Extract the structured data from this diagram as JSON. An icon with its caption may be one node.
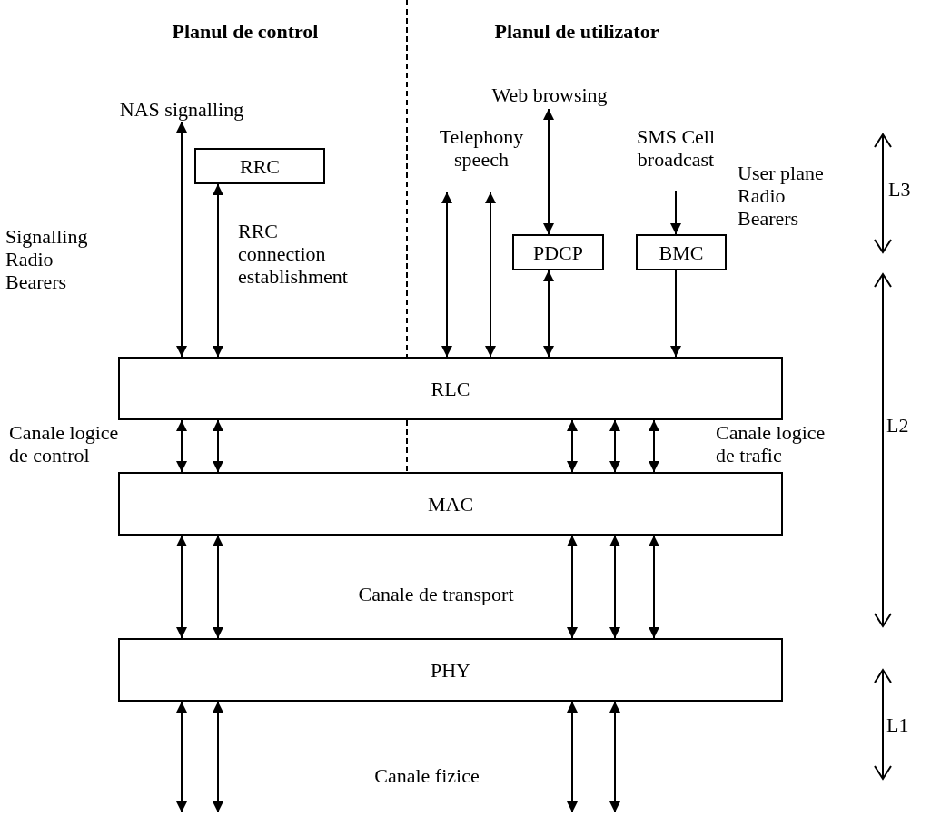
{
  "diagram": {
    "nodes": [
      {
        "text": [
          "RRC"
        ]
      },
      {
        "text": [
          "PDCP"
        ]
      },
      {
        "text": [
          "BMC"
        ]
      },
      {
        "text": [
          "RLC"
        ]
      },
      {
        "text": [
          "MAC"
        ]
      },
      {
        "text": [
          "PHY"
        ]
      },
      {
        "text": [
          "NAS signalling"
        ]
      },
      {
        "text": [
          "Telephony speech"
        ]
      },
      {
        "text": [
          "Web browsing"
        ]
      },
      {
        "text": [
          "SMS Cell broadcast"
        ]
      }
    ],
    "edges": [
      {
        "from": 3,
        "to": 6,
        "arrow": "both"
      },
      {
        "from": 0,
        "to": 3,
        "arrow": "both"
      },
      {
        "from": 3,
        "to": 7,
        "arrow": "both"
      },
      {
        "from": 3,
        "to": 7,
        "arrow": "both"
      },
      {
        "from": 8,
        "to": 1,
        "arrow": "both"
      },
      {
        "from": 1,
        "to": 3,
        "arrow": "both"
      },
      {
        "from": 9,
        "to": 2,
        "arrow": "to"
      },
      {
        "from": 2,
        "to": 3,
        "arrow": "to"
      },
      {
        "from": 3,
        "to": 4,
        "arrow": "both"
      },
      {
        "from": 3,
        "to": 4,
        "arrow": "both"
      },
      {
        "from": 3,
        "to": 4,
        "arrow": "both"
      },
      {
        "from": 3,
        "to": 4,
        "arrow": "both"
      },
      {
        "from": 3,
        "to": 4,
        "arrow": "both"
      },
      {
        "from": 4,
        "to": 5,
        "arrow": "both"
      },
      {
        "from": 4,
        "to": 5,
        "arrow": "both"
      },
      {
        "from": 4,
        "to": 5,
        "arrow": "both"
      },
      {
        "from": 4,
        "to": 5,
        "arrow": "both"
      },
      {
        "from": 4,
        "to": 5,
        "arrow": "both"
      },
      {
        "from": 5,
        "to": null,
        "arrow": "both"
      },
      {
        "from": 5,
        "to": null,
        "arrow": "both"
      },
      {
        "from": 5,
        "to": null,
        "arrow": "both"
      },
      {
        "from": 5,
        "to": null,
        "arrow": "both"
      }
    ],
    "labels": [
      "Planul de control",
      "Planul de utilizator",
      "Signalling Radio Bearers",
      "RRC connection establishment",
      "User plane Radio Bearers",
      "L3",
      "L2",
      "Canale logice de control",
      "Canale logice de trafic",
      "Canale de transport",
      "L1",
      "Canale fizice"
    ]
  }
}
